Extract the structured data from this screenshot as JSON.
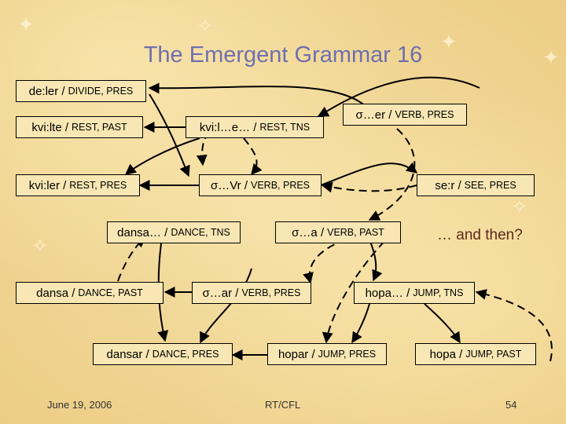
{
  "title": "The Emergent Grammar 16",
  "nodes": {
    "deler": {
      "form": "de:ler /",
      "gloss": "DIVIDE, PRES"
    },
    "kvilte": {
      "form": "kvi:lte /",
      "gloss": "REST, PAST"
    },
    "kvile": {
      "form": "kvi:l…e… /",
      "gloss": "REST, TNS"
    },
    "sigmaer": {
      "form": "σ…er /",
      "gloss": "VERB, PRES"
    },
    "kviler": {
      "form": "kvi:ler /",
      "gloss": "REST, PRES"
    },
    "sigmavr": {
      "form": "σ…Vr /",
      "gloss": "VERB, PRES"
    },
    "ser": {
      "form": "se:r /",
      "gloss": "SEE, PRES"
    },
    "dansadots": {
      "form": "dansa… /",
      "gloss": "DANCE, TNS"
    },
    "sigmaa": {
      "form": "σ…a /",
      "gloss": "VERB, PAST"
    },
    "dansa": {
      "form": "dansa /",
      "gloss": "DANCE, PAST"
    },
    "sigmaar": {
      "form": "σ…ar /",
      "gloss": "VERB, PRES"
    },
    "hopadots": {
      "form": "hopa… /",
      "gloss": "JUMP, TNS"
    },
    "dansar": {
      "form": "dansar /",
      "gloss": "DANCE, PRES"
    },
    "hopar": {
      "form": "hopar /",
      "gloss": "JUMP, PRES"
    },
    "hopa": {
      "form": "hopa /",
      "gloss": "JUMP, PAST"
    }
  },
  "annotation": "… and then?",
  "footer": {
    "date": "June 19, 2006",
    "center": "RT/CFL",
    "page": "54"
  },
  "colors": {
    "title": "#6f6fae",
    "node_fill": "#f8e7b4",
    "annotation": "#5a2a1a"
  }
}
